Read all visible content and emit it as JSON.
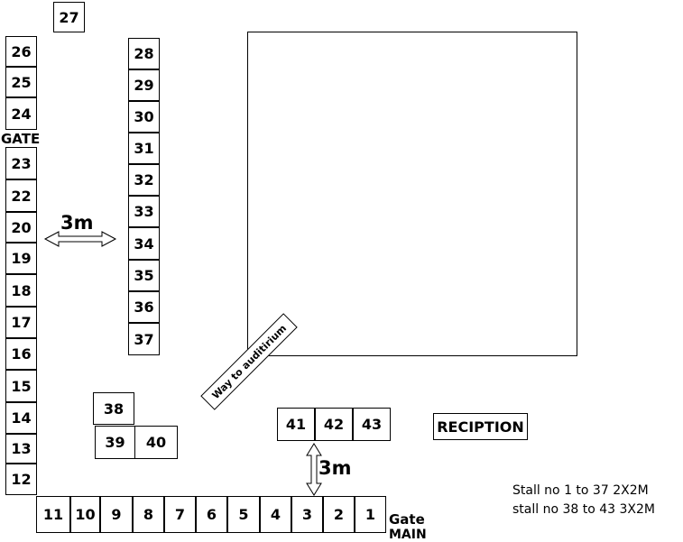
{
  "stalls": {
    "s1": "1",
    "s2": "2",
    "s3": "3",
    "s4": "4",
    "s5": "5",
    "s6": "6",
    "s7": "7",
    "s8": "8",
    "s9": "9",
    "s10": "10",
    "s11": "11",
    "s12": "12",
    "s13": "13",
    "s14": "14",
    "s15": "15",
    "s16": "16",
    "s17": "17",
    "s18": "18",
    "s19": "19",
    "s20": "20",
    "s22": "22",
    "s23": "23",
    "s24": "24",
    "s25": "25",
    "s26": "26",
    "s27": "27",
    "s28": "28",
    "s29": "29",
    "s30": "30",
    "s31": "31",
    "s32": "32",
    "s33": "33",
    "s34": "34",
    "s35": "35",
    "s36": "36",
    "s37": "37",
    "s38": "38",
    "s39": "39",
    "s40": "40",
    "s41": "41",
    "s42": "42",
    "s43": "43"
  },
  "labels": {
    "gate_side": "GATE",
    "gate_main_1": "Gate",
    "gate_main_2": "MAIN",
    "way": "Way to auditirium",
    "reception": "RECIPTION",
    "width_left": "3m",
    "width_bottom": "3m"
  },
  "notes": {
    "line1": "Stall no 1 to 37 2X2M",
    "line2": "stall no 38 to 43 3X2M"
  }
}
